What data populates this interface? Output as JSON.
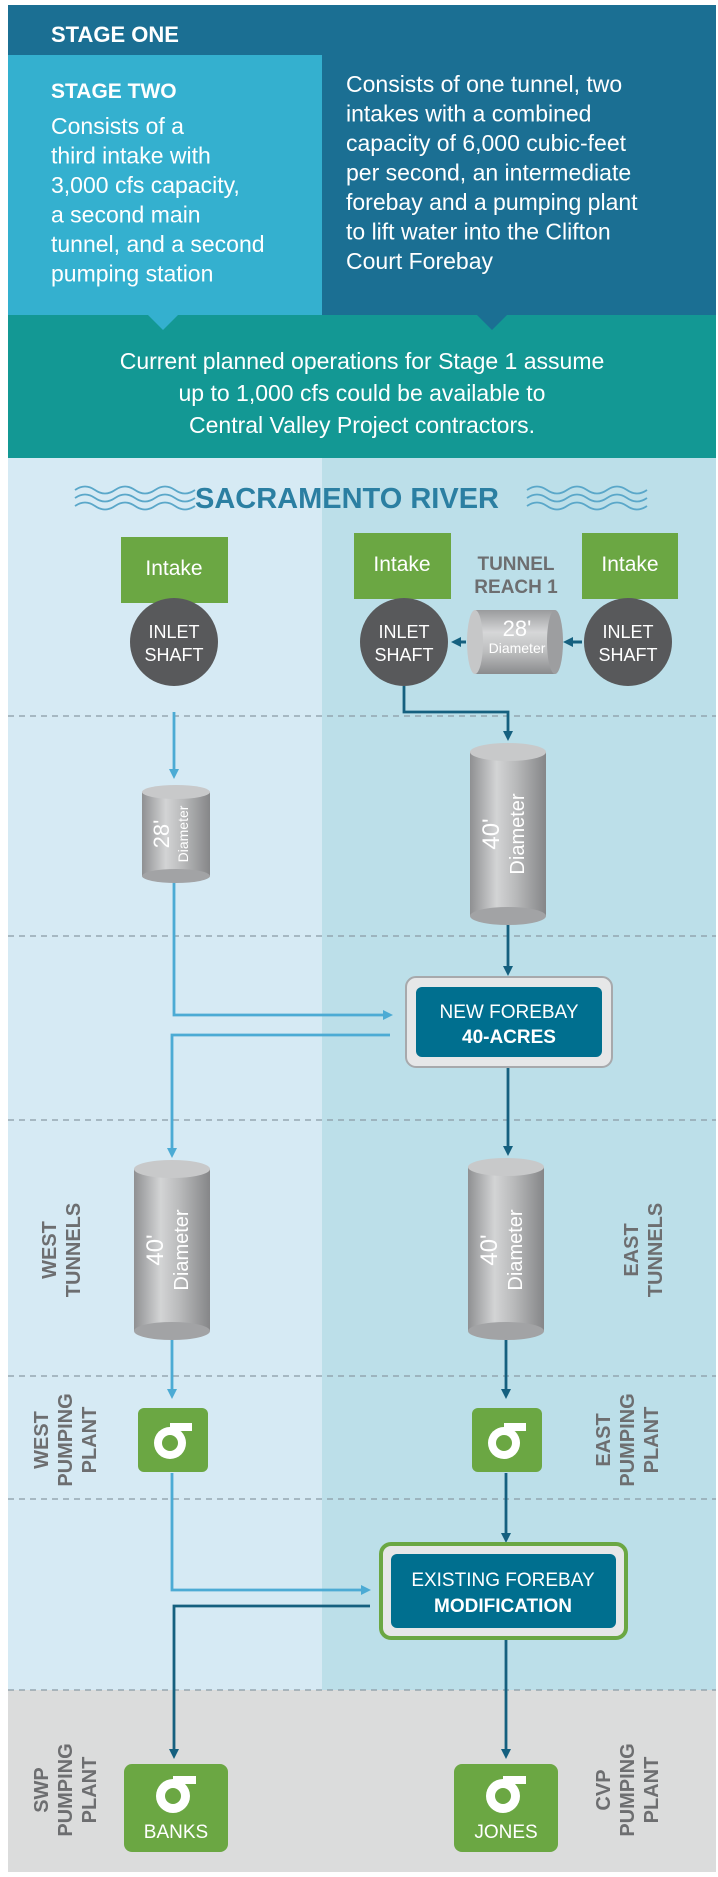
{
  "colors": {
    "stage_one_bg": "#1b6f93",
    "stage_two_bg": "#34b0cf",
    "current_bg": "#139894",
    "left_panel_bg": "#d6eaf4",
    "right_panel_bg": "#bcdfe9",
    "bottom_bg": "#dbdcdc",
    "river_text": "#2b7fa2",
    "light_arrow": "#4cabd4",
    "dark_arrow": "#15607f",
    "intake_green": "#6ba743",
    "shaft_gray": "#58595b",
    "label_gray": "#6d6e70",
    "forebay_blue": "#006f8f"
  },
  "header": {
    "stage_one_title": "STAGE ONE",
    "stage_one_lines": [
      "Consists of one tunnel, two",
      "intakes with a combined",
      "capacity of 6,000 cubic-feet",
      "per second, an intermediate",
      "forebay and a pumping plant",
      "to lift water into the Clifton",
      "Court Forebay"
    ],
    "stage_two_title": "STAGE TWO",
    "stage_two_lines": [
      "Consists of a",
      "third intake with",
      "3,000 cfs capacity,",
      "a second main",
      "tunnel, and a second",
      "pumping station"
    ],
    "current_lines": [
      "Current planned operations for Stage 1 assume",
      "up to 1,000 cfs could be available to",
      "Central Valley Project contractors."
    ]
  },
  "diagram": {
    "river_label": "SACRAMENTO RIVER",
    "intake_label": "Intake",
    "inlet_shaft_lines": [
      "INLET",
      "SHAFT"
    ],
    "tunnel_reach_lines": [
      "TUNNEL",
      "REACH 1"
    ],
    "tunnel_28_size": "28'",
    "tunnel_40_size": "40'",
    "diameter_label": "Diameter",
    "new_forebay_line1": "NEW FOREBAY",
    "new_forebay_line2": "40-ACRES",
    "existing_forebay_line1": "EXISTING FOREBAY",
    "existing_forebay_line2": "MODIFICATION",
    "west_tunnels_lines": [
      "WEST",
      "TUNNELS"
    ],
    "east_tunnels_lines": [
      "EAST",
      "TUNNELS"
    ],
    "west_pumping_lines": [
      "WEST",
      "PUMPING",
      "PLANT"
    ],
    "east_pumping_lines": [
      "EAST",
      "PUMPING",
      "PLANT"
    ],
    "swp_lines": [
      "SWP",
      "PUMPING",
      "PLANT"
    ],
    "cvp_lines": [
      "CVP",
      "PUMPING",
      "PLANT"
    ],
    "banks_label": "BANKS",
    "jones_label": "JONES"
  }
}
